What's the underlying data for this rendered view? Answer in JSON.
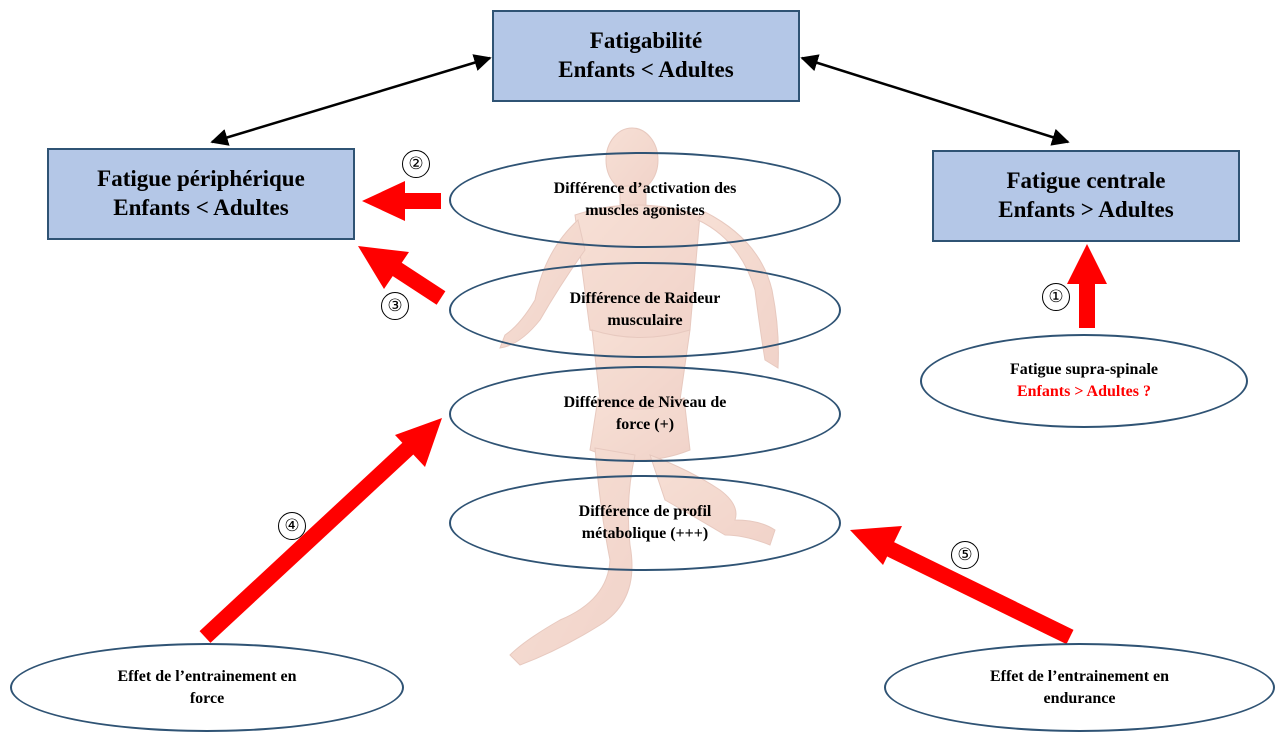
{
  "colors": {
    "box_fill": "#b4c7e7",
    "outline": "#2f5374",
    "red_arrow": "#ff0000",
    "black_arrow": "#000000",
    "question_text": "#ff0000"
  },
  "boxes": {
    "top": {
      "line1": "Fatigabilité",
      "line2": "Enfants < Adultes"
    },
    "left": {
      "line1": "Fatigue périphérique",
      "line2": "Enfants < Adultes"
    },
    "right": {
      "line1": "Fatigue centrale",
      "line2": "Enfants > Adultes"
    }
  },
  "ellipses": {
    "activation": {
      "line1": "Différence d’activation des",
      "line2": "muscles agonistes"
    },
    "raideur": {
      "line1": "Différence de Raideur",
      "line2": "musculaire"
    },
    "niveau": {
      "line1": "Différence de Niveau de",
      "line2": "force (+)"
    },
    "profil": {
      "line1": "Différence de profil",
      "line2": "métabolique (+++)"
    },
    "supra": {
      "line1": "Fatigue supra-spinale",
      "line2": "Enfants > Adultes ?"
    },
    "force": {
      "line1": "Effet de l’entrainement en",
      "line2": "force"
    },
    "endurance": {
      "line1": "Effet de l’entrainement en",
      "line2": "endurance"
    }
  },
  "numbers": {
    "n1": "①",
    "n2": "②",
    "n3": "③",
    "n4": "④",
    "n5": "⑤"
  },
  "background_image": "muscular-runner-figure"
}
